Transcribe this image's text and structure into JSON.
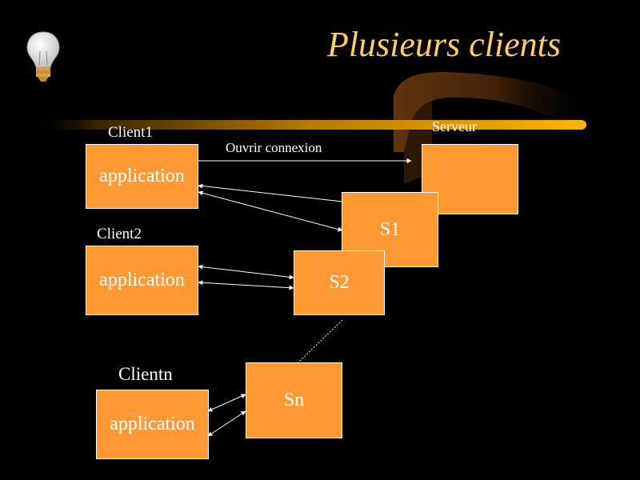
{
  "slide": {
    "title": "Plusieurs clients",
    "bulb_icon": "lightbulb-icon"
  },
  "server": {
    "label": "Serveur"
  },
  "connection": {
    "label": "Ouvrir connexion"
  },
  "clients": [
    {
      "label": "Client1",
      "box_text": "application"
    },
    {
      "label": "Client2",
      "box_text": "application"
    },
    {
      "label": "Clientn",
      "box_text": "application"
    }
  ],
  "sessions": [
    {
      "label": "S1"
    },
    {
      "label": "S2"
    },
    {
      "label": "Sn"
    }
  ],
  "colors": {
    "background": "#000000",
    "box_fill": "#ff9933",
    "title": "#ffcc66",
    "bar": "#f5a300",
    "lines": "#ffffff"
  }
}
